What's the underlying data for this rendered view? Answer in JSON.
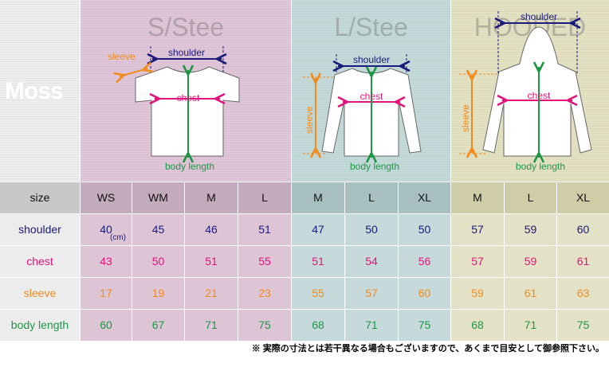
{
  "logo": "Moss",
  "panels": [
    {
      "title": "S/Stee"
    },
    {
      "title": "L/Stee"
    },
    {
      "title": "HOODED"
    }
  ],
  "labels": {
    "shoulder": "shoulder",
    "chest": "chest",
    "sleeve": "sleeve",
    "body_length": "body length"
  },
  "table": {
    "header": [
      "size",
      "WS",
      "WM",
      "M",
      "L",
      "M",
      "L",
      "XL",
      "M",
      "L",
      "XL"
    ],
    "rows": [
      {
        "label": "shoulder",
        "values": [
          "40",
          "45",
          "46",
          "51",
          "47",
          "50",
          "50",
          "57",
          "59",
          "60"
        ]
      },
      {
        "label": "chest",
        "values": [
          "43",
          "50",
          "51",
          "55",
          "51",
          "54",
          "56",
          "57",
          "59",
          "61"
        ]
      },
      {
        "label": "sleeve",
        "values": [
          "17",
          "19",
          "21",
          "23",
          "55",
          "57",
          "60",
          "59",
          "61",
          "63"
        ]
      },
      {
        "label": "body length",
        "values": [
          "60",
          "67",
          "71",
          "75",
          "68",
          "71",
          "75",
          "68",
          "71",
          "75"
        ]
      }
    ],
    "unit": "(cm)"
  },
  "note": "※ 実際の寸法とは若干異なる場合もございますので、あくまで目安として御参照下さい。",
  "colors": {
    "shoulder": "#1a1a7a",
    "chest": "#e0147a",
    "sleeve": "#f08c1e",
    "body_length": "#1e9646"
  }
}
